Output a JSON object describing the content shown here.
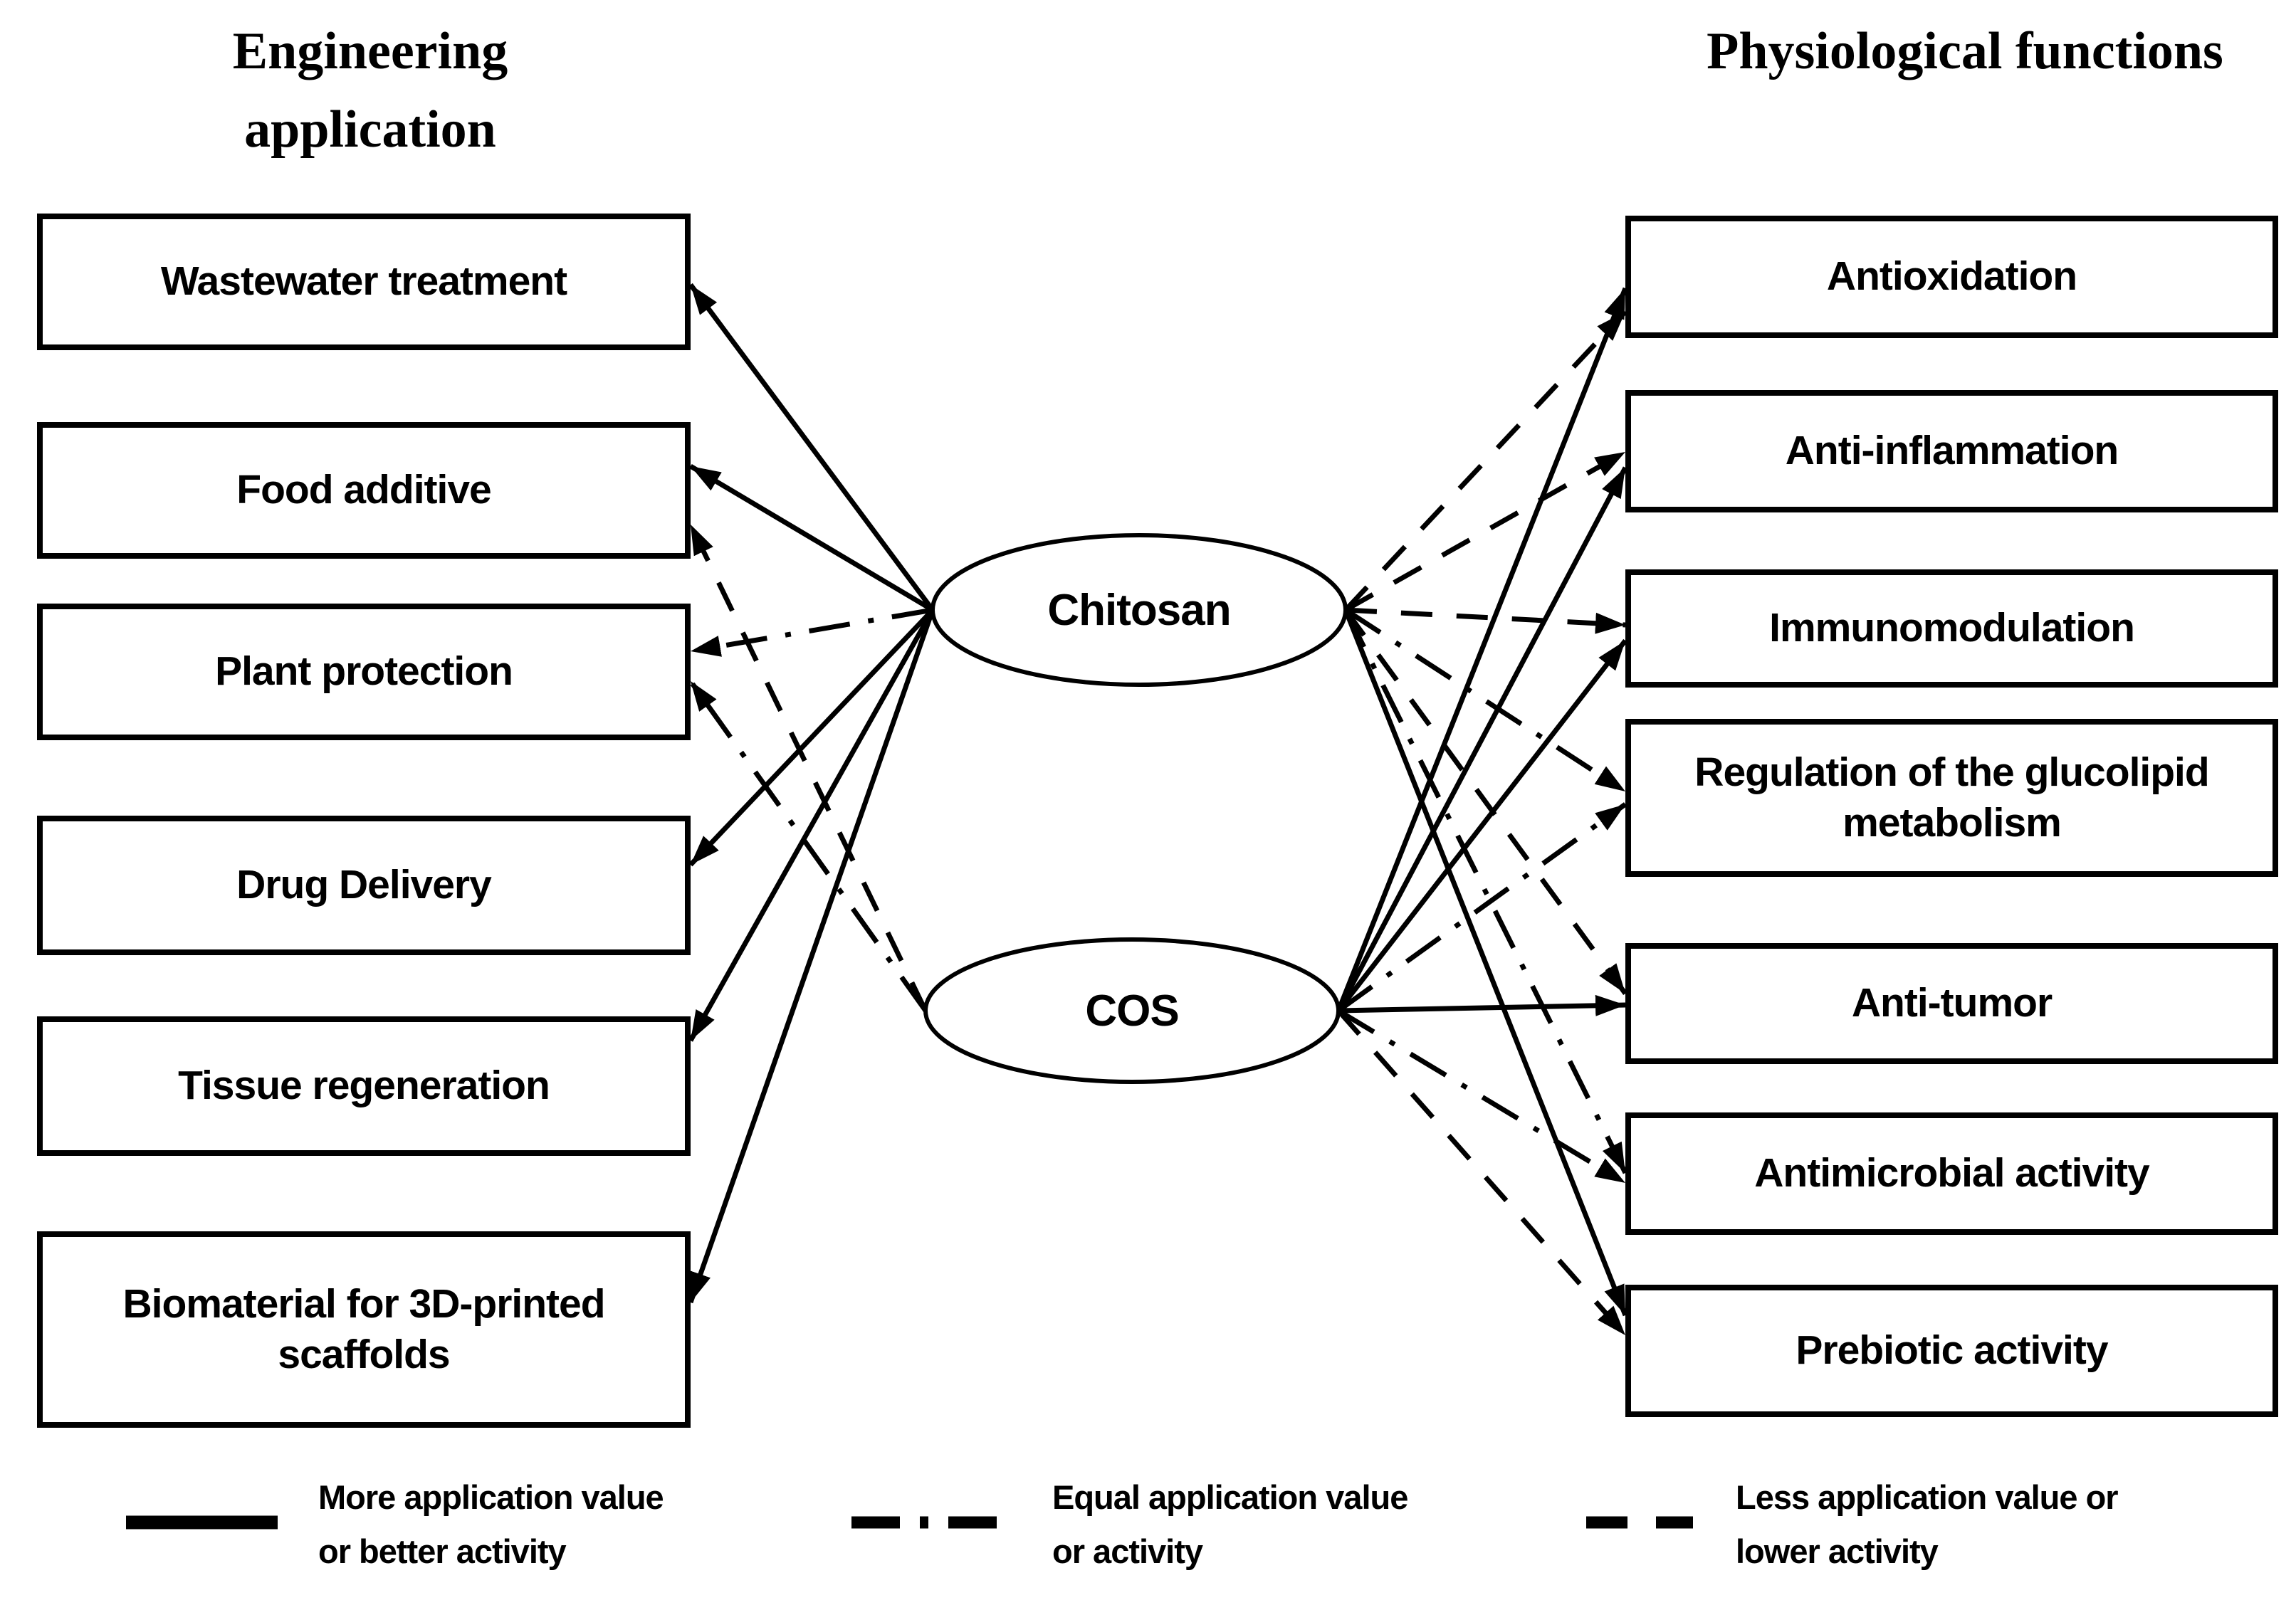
{
  "headers": {
    "left": "Engineering application",
    "right": "Physiological functions"
  },
  "nodes": {
    "chitosan": "Chitosan",
    "cos": "COS"
  },
  "applications": [
    {
      "id": "wastewater-treatment",
      "label": "Wastewater treatment"
    },
    {
      "id": "food-additive",
      "label": "Food additive"
    },
    {
      "id": "plant-protection",
      "label": "Plant protection"
    },
    {
      "id": "drug-delivery",
      "label": "Drug Delivery"
    },
    {
      "id": "tissue-regeneration",
      "label": "Tissue regeneration"
    },
    {
      "id": "biomaterial-3d-scaffolds",
      "label": "Biomaterial for 3D-printed scaffolds"
    }
  ],
  "functions": [
    {
      "id": "antioxidation",
      "label": "Antioxidation"
    },
    {
      "id": "anti-inflammation",
      "label": "Anti-inflammation"
    },
    {
      "id": "immunomodulation",
      "label": "Immunomodulation"
    },
    {
      "id": "regulation-glucolipid",
      "label": "Regulation of the glucolipid metabolism"
    },
    {
      "id": "anti-tumor",
      "label": "Anti-tumor"
    },
    {
      "id": "antimicrobial-activity",
      "label": "Antimicrobial activity"
    },
    {
      "id": "prebiotic-activity",
      "label": "Prebiotic activity"
    }
  ],
  "edges": [
    {
      "from": "chitosan",
      "to": "wastewater-treatment",
      "style": "solid",
      "meaning": "more-value-or-better-activity"
    },
    {
      "from": "chitosan",
      "to": "food-additive",
      "style": "solid",
      "meaning": "more-value-or-better-activity"
    },
    {
      "from": "cos",
      "to": "food-additive",
      "style": "dashed",
      "meaning": "less-value-or-lower-activity"
    },
    {
      "from": "chitosan",
      "to": "plant-protection",
      "style": "dashdot",
      "meaning": "equal-value-or-activity"
    },
    {
      "from": "cos",
      "to": "plant-protection",
      "style": "dashdot",
      "meaning": "equal-value-or-activity"
    },
    {
      "from": "chitosan",
      "to": "drug-delivery",
      "style": "solid",
      "meaning": "more-value-or-better-activity"
    },
    {
      "from": "chitosan",
      "to": "tissue-regeneration",
      "style": "solid",
      "meaning": "more-value-or-better-activity"
    },
    {
      "from": "chitosan",
      "to": "biomaterial-3d-scaffolds",
      "style": "solid",
      "meaning": "more-value-or-better-activity"
    },
    {
      "from": "chitosan",
      "to": "antioxidation",
      "style": "dashed",
      "meaning": "less-value-or-lower-activity"
    },
    {
      "from": "cos",
      "to": "antioxidation",
      "style": "solid",
      "meaning": "more-value-or-better-activity"
    },
    {
      "from": "chitosan",
      "to": "anti-inflammation",
      "style": "dashed",
      "meaning": "less-value-or-lower-activity"
    },
    {
      "from": "cos",
      "to": "anti-inflammation",
      "style": "solid",
      "meaning": "more-value-or-better-activity"
    },
    {
      "from": "chitosan",
      "to": "immunomodulation",
      "style": "dashed",
      "meaning": "less-value-or-lower-activity"
    },
    {
      "from": "cos",
      "to": "immunomodulation",
      "style": "solid",
      "meaning": "more-value-or-better-activity"
    },
    {
      "from": "chitosan",
      "to": "regulation-glucolipid",
      "style": "dashdot",
      "meaning": "equal-value-or-activity"
    },
    {
      "from": "cos",
      "to": "regulation-glucolipid",
      "style": "dashdot",
      "meaning": "equal-value-or-activity"
    },
    {
      "from": "chitosan",
      "to": "anti-tumor",
      "style": "dashed",
      "meaning": "less-value-or-lower-activity"
    },
    {
      "from": "cos",
      "to": "anti-tumor",
      "style": "solid",
      "meaning": "more-value-or-better-activity"
    },
    {
      "from": "chitosan",
      "to": "antimicrobial-activity",
      "style": "dashdot",
      "meaning": "equal-value-or-activity"
    },
    {
      "from": "cos",
      "to": "antimicrobial-activity",
      "style": "dashdot",
      "meaning": "equal-value-or-activity"
    },
    {
      "from": "chitosan",
      "to": "prebiotic-activity",
      "style": "solid",
      "meaning": "more-value-or-better-activity"
    },
    {
      "from": "cos",
      "to": "prebiotic-activity",
      "style": "dashed",
      "meaning": "less-value-or-lower-activity"
    }
  ],
  "legend": [
    {
      "style": "solid",
      "line1": "More application value",
      "line2": "or better activity"
    },
    {
      "style": "dashdot",
      "line1": "Equal application value",
      "line2": "or activity"
    },
    {
      "style": "dashed",
      "line1": "Less application value or",
      "line2": "lower activity"
    }
  ],
  "colors": {
    "ink": "#000000",
    "background": "#ffffff"
  }
}
